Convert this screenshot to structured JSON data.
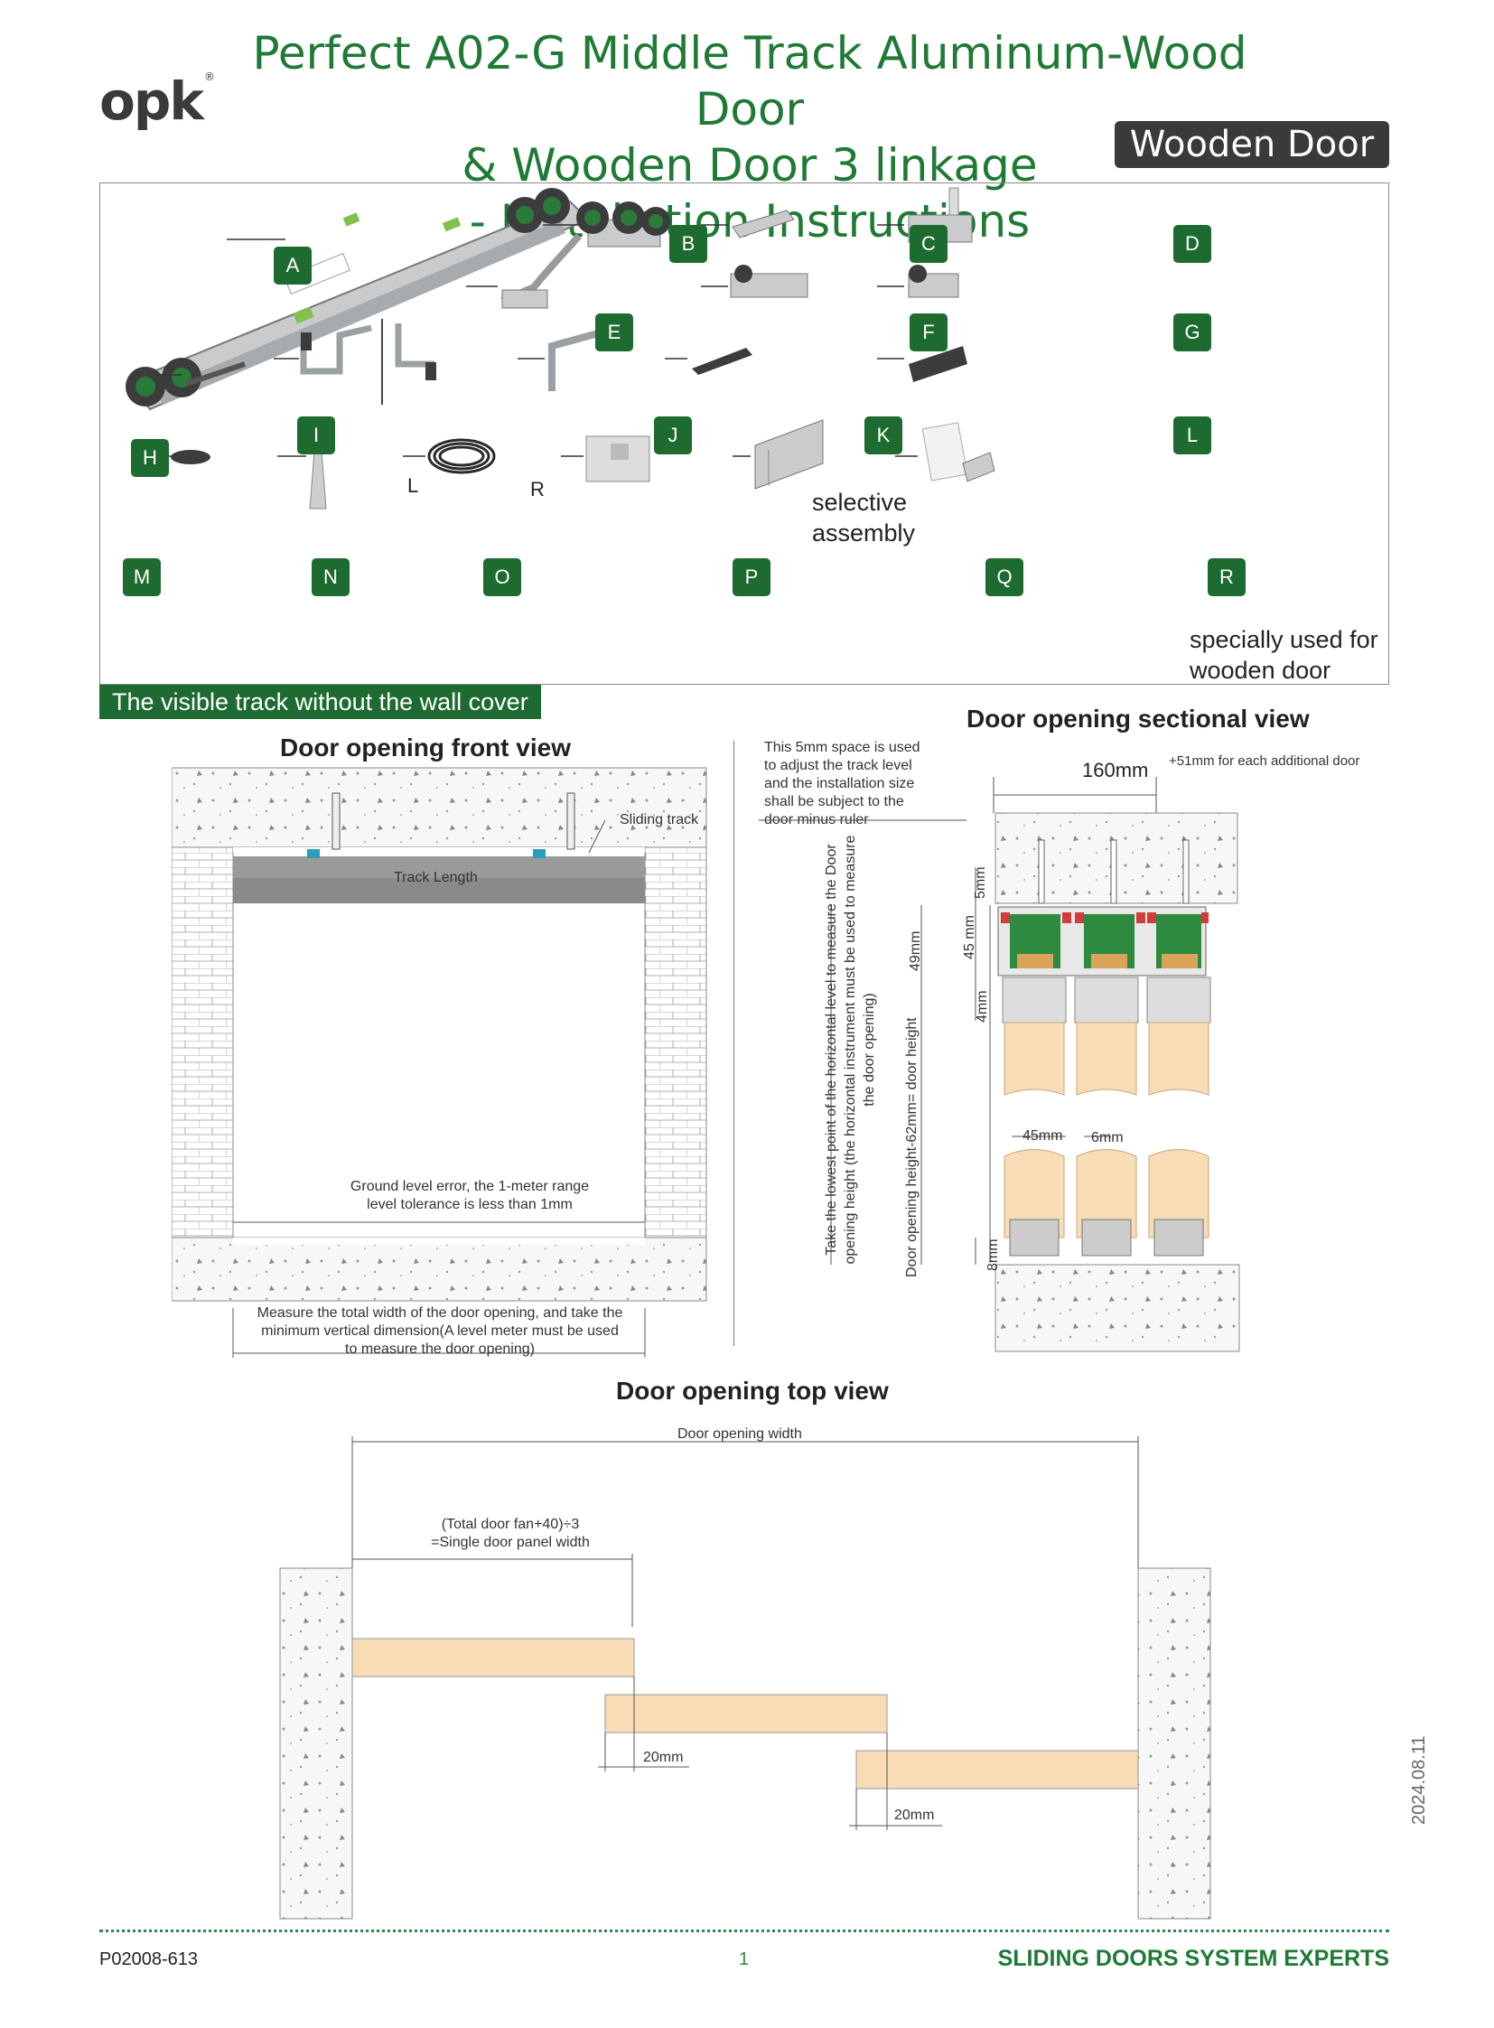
{
  "header": {
    "logo_text": "opk",
    "title_line1": "Perfect A02-G Middle Track Aluminum-Wood Door",
    "title_line2": "& Wooden Door 3 linkage",
    "title_line3": "- Installation Instructions",
    "badge": "Wooden Door"
  },
  "parts": {
    "labels": [
      "A",
      "B",
      "C",
      "D",
      "E",
      "F",
      "G",
      "H",
      "I",
      "J",
      "K",
      "L",
      "M",
      "N",
      "O",
      "P",
      "Q",
      "R"
    ],
    "bracket_left": "L",
    "bracket_right": "R",
    "selective_note_1": "selective",
    "selective_note_2": "assembly",
    "wooden_note_1": "specially used for",
    "wooden_note_2": "wooden door"
  },
  "banner": "The visible track without the wall cover",
  "front_view": {
    "title": "Door opening front view",
    "sliding_track": "Sliding track",
    "track_length": "Track Length",
    "ground_note_1": "Ground level error, the 1-meter range",
    "ground_note_2": "level tolerance is less than 1mm",
    "measure_note_1": "Measure the total width of the door opening, and take the",
    "measure_note_2": "minimum vertical dimension(A level meter must be used",
    "measure_note_3": "to measure the door opening)"
  },
  "section_view": {
    "title": "Door opening sectional view",
    "space_note_1": "This 5mm space is used",
    "space_note_2": "to adjust the track level",
    "space_note_3": "and the installation size",
    "space_note_4": "shall be subject to the",
    "space_note_5": "door minus ruler",
    "width_160": "160mm",
    "additional": "+51mm for each additional door",
    "dim_5mm": "5mm",
    "dim_49mm": "49mm",
    "dim_45mm": "45",
    "dim_45mm_unit": "mm",
    "dim_4mm": "4mm",
    "dim_8mm": "8mm",
    "dim_door_45": "45mm",
    "dim_door_6": "6mm",
    "vertical_note_1": "Take the lowest point of the horizontal level to measure the Door",
    "vertical_note_2": "opening height (the horizontal instrument must be used to measure",
    "vertical_note_3": "the door opening)",
    "height_formula": "Door opening height-62mm= door height"
  },
  "top_view": {
    "title": "Door opening top view",
    "opening_width": "Door opening width",
    "panel_formula_1": "(Total door fan+40)÷3",
    "panel_formula_2": "=Single door panel width",
    "overlap_1": "20mm",
    "overlap_2": "20mm"
  },
  "footer": {
    "code": "P02008-613",
    "page": "1",
    "slogan": "SLIDING DOORS SYSTEM EXPERTS",
    "date": "2024.08.11"
  },
  "colors": {
    "brand_green": "#1e7a35",
    "label_green": "#1e6b31",
    "door_wood": "#f7dcb5",
    "badge_dark": "#3a3a3a"
  }
}
